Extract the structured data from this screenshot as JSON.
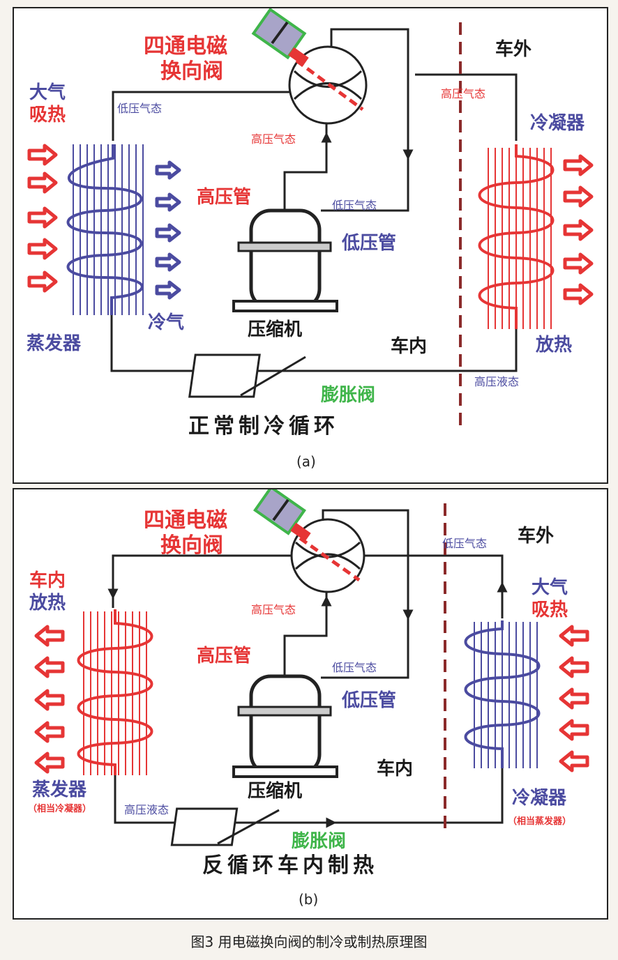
{
  "panel_a": {
    "valve_label_line1": "四通电磁",
    "valve_label_line2": "换向阀",
    "outside": "车外",
    "inside": "车内",
    "atmosphere_line1": "大气",
    "atmosphere_line2": "吸热",
    "low_pressure_gas_top": "低压气态",
    "high_pressure_gas_right": "高压气态",
    "high_pressure_gas_mid": "高压气态",
    "condenser": "冷凝器",
    "high_pressure_pipe": "高压管",
    "low_pressure_gas_mid": "低压气态",
    "low_pressure_pipe": "低压管",
    "cold_air": "冷气",
    "evaporator": "蒸发器",
    "compressor": "压缩机",
    "heat_release": "放热",
    "high_pressure_liquid": "高压液态",
    "expansion_valve": "膨胀阀",
    "title": "正常制冷循环",
    "caption": "(a)"
  },
  "panel_b": {
    "valve_label_line1": "四通电磁",
    "valve_label_line2": "换向阀",
    "outside": "车外",
    "inside": "车内",
    "low_pressure_gas_right": "低压气态",
    "cabin_line1": "车内",
    "cabin_line2": "放热",
    "atmosphere_line1": "大气",
    "atmosphere_line2": "吸热",
    "high_pressure_gas_mid": "高压气态",
    "high_pressure_pipe": "高压管",
    "low_pressure_gas_mid": "低压气态",
    "low_pressure_pipe": "低压管",
    "evaporator": "蒸发器",
    "evaporator_note": "（相当冷凝器）",
    "condenser": "冷凝器",
    "condenser_note": "（相当蒸发器）",
    "compressor": "压缩机",
    "high_pressure_liquid": "高压液态",
    "expansion_valve": "膨胀阀",
    "title": "反循环车内制热",
    "caption": "(b)"
  },
  "figure_caption": "图3 用电磁换向阀的制冷或制热原理图",
  "colors": {
    "hot": "#e63535",
    "cold": "#4b4ba0",
    "valve": "#3fb54a",
    "pipe": "#222222",
    "divider": "#8b2a2a"
  }
}
